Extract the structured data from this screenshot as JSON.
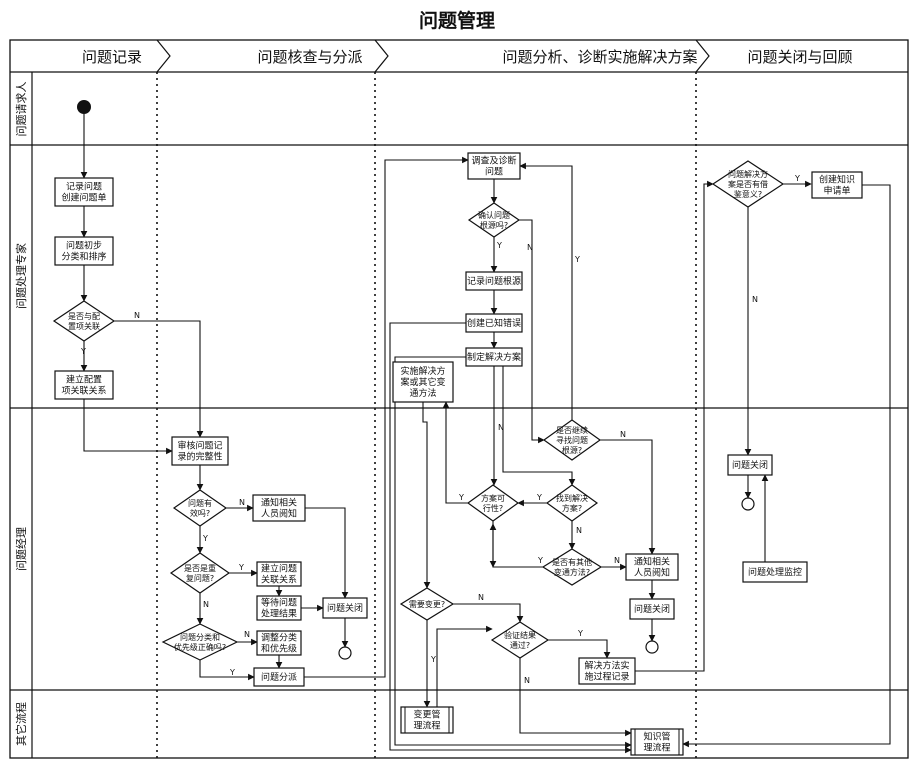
{
  "title": "问题管理",
  "phases": [
    "问题记录",
    "问题核查与分派",
    "问题分析、诊断实施解决方案",
    "问题关闭与回顾"
  ],
  "roles": [
    "问题请求人",
    "问题处理专家",
    "问题经理",
    "其它流程"
  ],
  "nodes": {
    "record": "记录问题|创建问题单",
    "classify": "问题初步|分类和排序",
    "config_q": "是否与配|置项关联",
    "build_config": "建立配置|项关联关系",
    "review": "审核问题记|录的完整性",
    "valid_q": "问题有|效吗?",
    "notify1": "通知相关|人员阅知",
    "repeat_q": "是否是重|复问题?",
    "build_link": "建立问题|关联关系",
    "wait": "等待问题|处理结果",
    "close1": "问题关闭",
    "priority_q": "问题分类和|优先级正确吗?",
    "adjust": "调整分类|和优先级",
    "dispatch": "问题分派",
    "investigate": "调查及诊断|问题",
    "root_q": "确认问题|根源吗?",
    "record_root": "记录问题根源",
    "known_err": "创建已知错误",
    "plan": "制定解决方案",
    "workaround": "实施解决方|案或其它变|通方法",
    "continue_q": "是否继续|寻找问题|根源?",
    "feasible_q": "方案可|行性?",
    "found_q": "找到解决|方案?",
    "other_q": "是否有其他|变通方法?",
    "notify2": "通知相关|人员阅知",
    "close2": "问题关闭",
    "change_q": "需要变更?",
    "verify_q": "验证结果|通过?",
    "record_process": "解决方法实|施过程记录",
    "change_flow": "变更管|理流程",
    "km_flow": "知识管|理流程",
    "value_q": "问题解决方|案是否有借|鉴意义?",
    "knowledge_req": "创建知识|申请单",
    "close3": "问题关闭",
    "monitor": "问题处理监控"
  },
  "labels": {
    "yes": "Y",
    "no": "N"
  }
}
